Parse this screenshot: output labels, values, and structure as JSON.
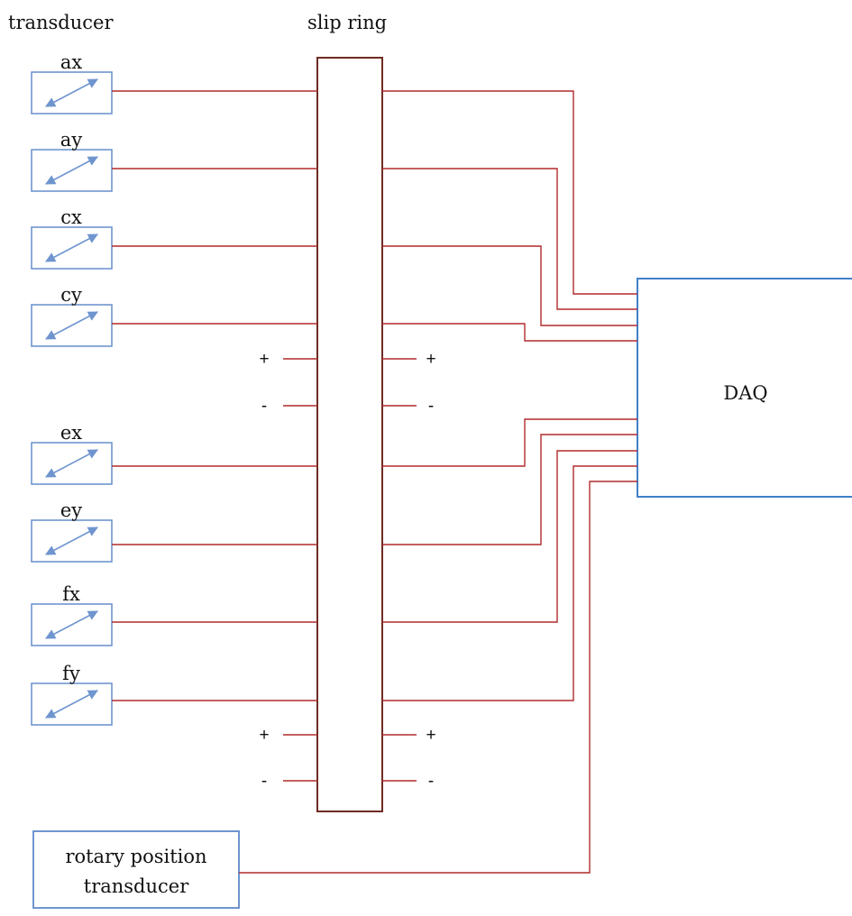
{
  "headers": {
    "transducer": "transducer",
    "slip_ring": "slip ring"
  },
  "transducers": [
    {
      "label": "ax"
    },
    {
      "label": "ay"
    },
    {
      "label": "cx"
    },
    {
      "label": "cy"
    },
    {
      "label": "ex"
    },
    {
      "label": "ey"
    },
    {
      "label": "fx"
    },
    {
      "label": "fy"
    }
  ],
  "power_terminals": [
    {
      "plus": "+",
      "minus": "-"
    },
    {
      "plus": "+",
      "minus": "-"
    }
  ],
  "daq": {
    "label": "DAQ"
  },
  "rotary": {
    "line1": "rotary position",
    "line2": "transducer"
  },
  "colors": {
    "wire": "#b22a2a",
    "slip_ring_border": "#6e2b23",
    "daq_border": "#3f7fc9",
    "transducer_border": "#6f95cf",
    "arrow": "#6f95cf"
  }
}
